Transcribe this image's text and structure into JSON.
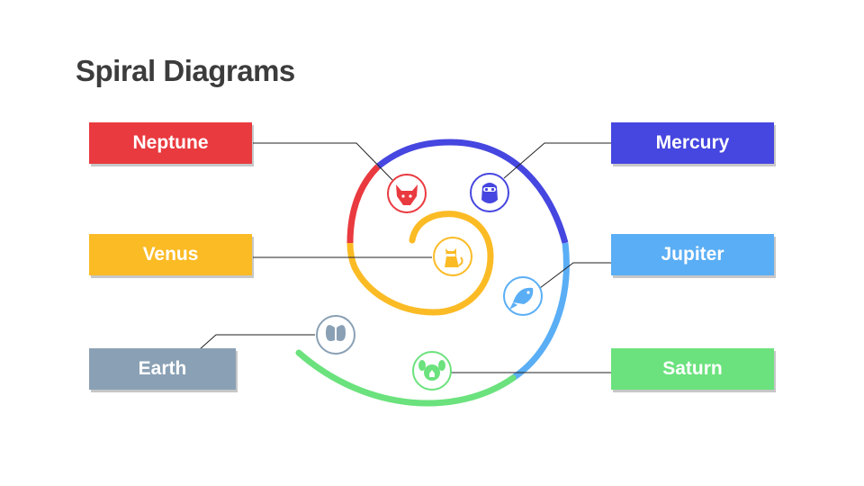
{
  "title": "Spiral Diagrams",
  "items": [
    {
      "label": "Neptune",
      "color": "#e93a3f",
      "icon": "fox-icon"
    },
    {
      "label": "Mercury",
      "color": "#4646e0",
      "icon": "owl-icon"
    },
    {
      "label": "Venus",
      "color": "#fbbb25",
      "icon": "cat-icon"
    },
    {
      "label": "Jupiter",
      "color": "#5aaef5",
      "icon": "fish-icon"
    },
    {
      "label": "Earth",
      "color": "#8aa0b5",
      "icon": "butterfly-icon"
    },
    {
      "label": "Saturn",
      "color": "#6be27d",
      "icon": "dog-icon"
    }
  ]
}
